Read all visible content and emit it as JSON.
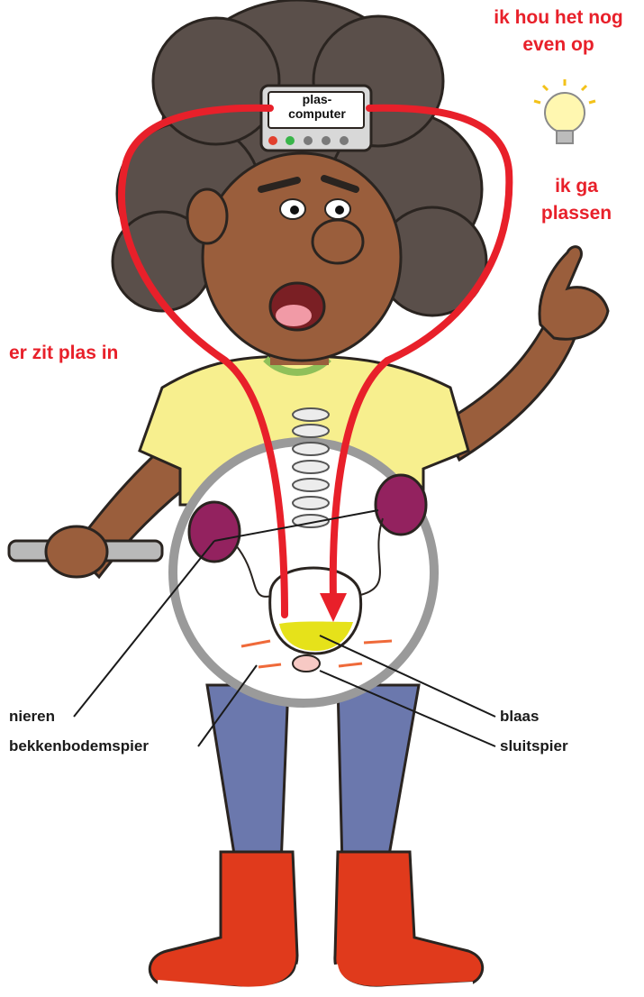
{
  "device": {
    "line1": "plas-",
    "line2": "computer"
  },
  "thought": {
    "hold_line1": "ik hou het nog",
    "hold_line2": "even op",
    "go_line1": "ik ga",
    "go_line2": "plassen"
  },
  "signal": "er zit plas in",
  "parts": {
    "nieren": "nieren",
    "bekkenbodemspier": "bekkenbodemspier",
    "blaas": "blaas",
    "sluitspier": "sluitspier"
  },
  "colors": {
    "arrow": "#e8202a",
    "skin": "#9a5e3c",
    "hair": "#5a4f4a",
    "shirt": "#f7ef8e",
    "jeans": "#6b78ad",
    "shoes": "#e03a1c",
    "kidney": "#93225f",
    "urine": "#e6e21a"
  }
}
